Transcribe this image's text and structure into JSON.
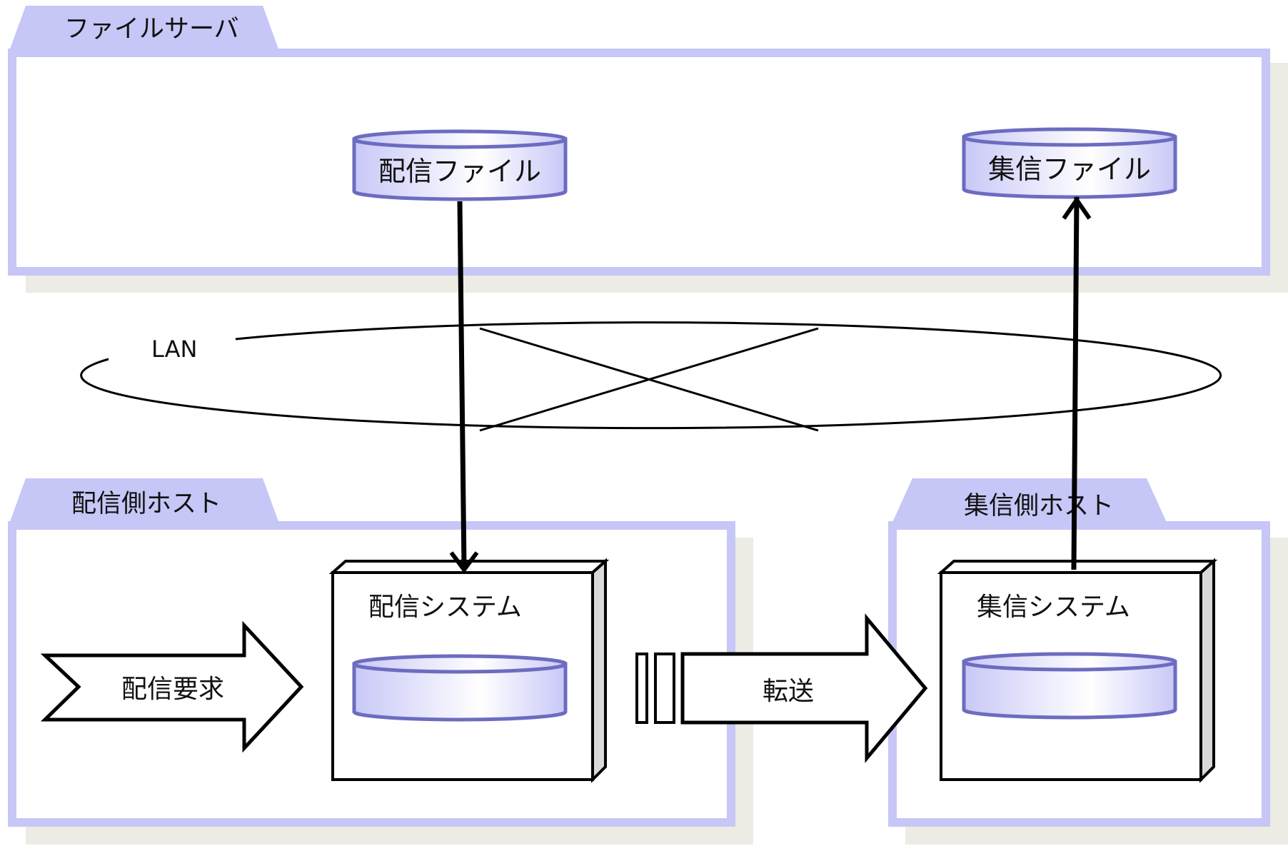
{
  "colors": {
    "frame": "#c6c6f7",
    "frame_tab": "#c6c6f7",
    "shadow": "#ecebe4",
    "db_fill_dark": "#c8c8f8",
    "db_fill_light": "#ffffff",
    "db_stroke": "#6c6cc0",
    "line": "#000000"
  },
  "groups": {
    "file_server": {
      "label": "ファイルサーバ"
    },
    "distribution_host": {
      "label": "配信側ホスト"
    },
    "collection_host": {
      "label": "集信側ホスト"
    }
  },
  "databases": {
    "distribution_file": {
      "label": "配信ファイル"
    },
    "collection_file": {
      "label": "集信ファイル"
    }
  },
  "nodes": {
    "distribution_system": {
      "label": "配信システム"
    },
    "collection_system": {
      "label": "集信システム"
    }
  },
  "network": {
    "label": "LAN"
  },
  "arrows": {
    "distribution_request": {
      "label": "配信要求"
    },
    "transfer": {
      "label": "転送"
    }
  }
}
